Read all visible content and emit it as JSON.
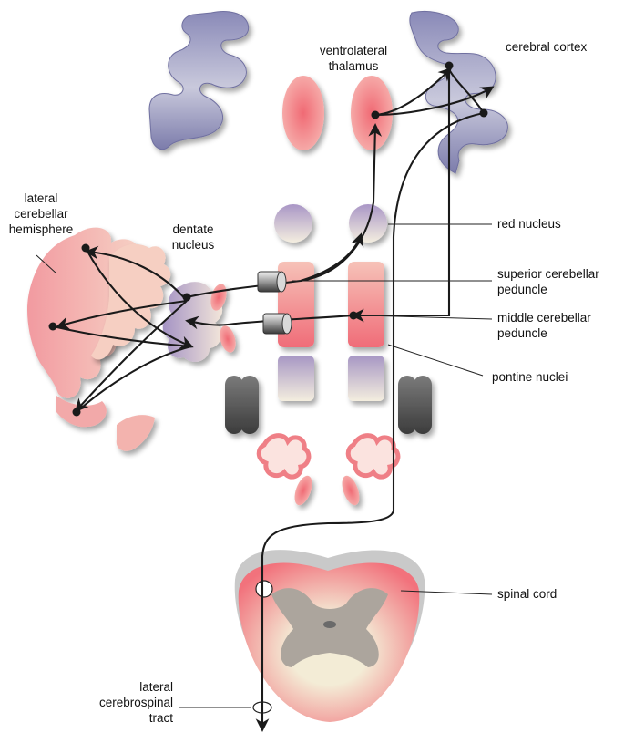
{
  "labels": {
    "ventrolateral_thalamus": [
      "ventrolateral",
      "thalamus"
    ],
    "cerebral_cortex": "cerebral cortex",
    "lateral_cerebellar_hemisphere": [
      "lateral",
      "cerebellar",
      "hemisphere"
    ],
    "dentate_nucleus": [
      "dentate",
      "nucleus"
    ],
    "red_nucleus": "red nucleus",
    "superior_cerebellar_peduncle": [
      "superior cerebellar",
      "peduncle"
    ],
    "middle_cerebellar_peduncle": [
      "middle cerebellar",
      "peduncle"
    ],
    "pontine_nuclei": "pontine nuclei",
    "spinal_cord": "spinal cord",
    "lateral_cerebrospinal_tract": [
      "lateral",
      "cerebrospinal",
      "tract"
    ]
  },
  "colors": {
    "cortex": "#8f8fb8",
    "nucleus_pink": "#f07880",
    "nucleus_lavender": "#a898c4",
    "nucleus_cream": "#f3ead8",
    "cerebellum": "#f2a2a2",
    "gray_matter": "#aca59d",
    "pathway": "#1a1a1a"
  }
}
